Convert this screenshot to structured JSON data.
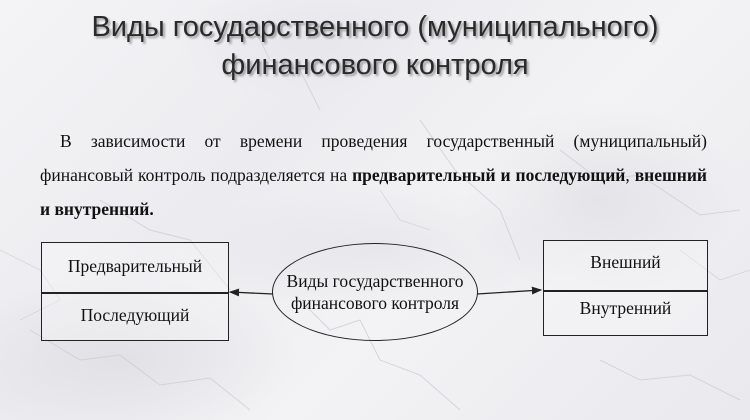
{
  "slide": {
    "title_line1": "Виды государственного (муниципального)",
    "title_line2": "финансового контроля",
    "paragraph": {
      "intro": "В зависимости от времени проведения государственный (муниципальный) финансовый контроль подразделяется на",
      "bold1": "предварительный и последующий",
      "sep": ",",
      "bold2": "внешний и внутренний."
    }
  },
  "diagram": {
    "center_node": {
      "line1": "Виды государственного",
      "line2": "финансового контроля"
    },
    "left_box": {
      "items": [
        "Предварительный",
        "Последующий"
      ]
    },
    "right_box": {
      "items": [
        "Внешний",
        "Внутренний"
      ]
    },
    "colors": {
      "stroke": "#222222",
      "title_text": "#2a2a2a",
      "background": "#f0f0f3"
    }
  }
}
